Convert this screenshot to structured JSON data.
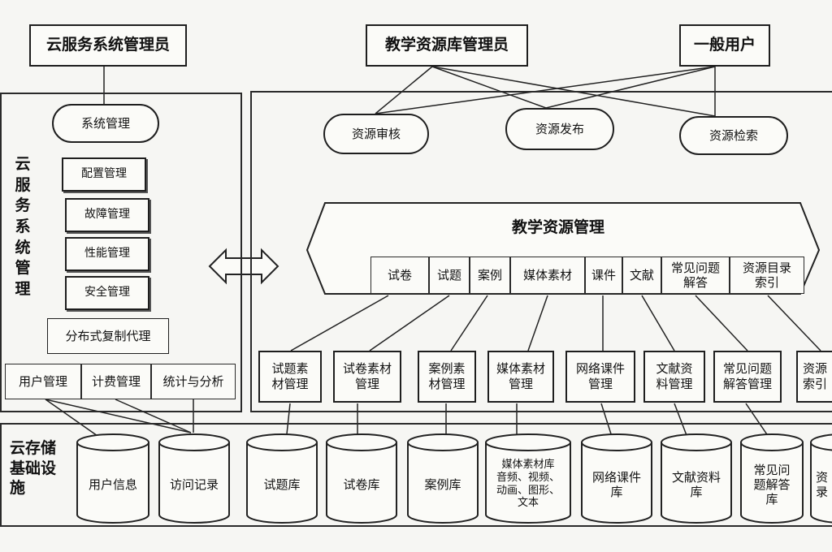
{
  "actors": {
    "cloud_admin": "云服务系统管理员",
    "resource_admin": "教学资源库管理员",
    "general_user": "一般用户"
  },
  "cloud_management": {
    "title": "云服务系统管理",
    "system_management": "系统管理",
    "modules": [
      "配置管理",
      "故障管理",
      "性能管理",
      "安全管理"
    ],
    "distributed_replication": "分布式复制代理",
    "bottom_modules": [
      "用户管理",
      "计费管理",
      "统计与分析"
    ]
  },
  "resource_services": {
    "review": "资源审核",
    "publish": "资源发布",
    "search": "资源检索"
  },
  "teaching_management": {
    "title": "教学资源管理",
    "categories": [
      "试卷",
      "试题",
      "案例",
      "媒体素材",
      "课件",
      "文献",
      "常见问题\n解答",
      "资源目录\n索引"
    ]
  },
  "material_management": [
    "试题素\n材管理",
    "试卷素材\n管理",
    "案例素\n材管理",
    "媒体素材\n管理",
    "网络课件\n管理",
    "文献资\n料管理",
    "常见问题\n解答管理",
    "资源\n索引"
  ],
  "storage": {
    "title": "云存储\n基础设\n施",
    "databases": [
      "用户信息",
      "访问记录",
      "试题库",
      "试卷库",
      "案例库",
      "媒体素材库\n音频、视频、\n动画、图形、\n文本",
      "网络课件\n库",
      "文献资料\n库",
      "常见问\n题解答\n库",
      "资\n录"
    ]
  }
}
